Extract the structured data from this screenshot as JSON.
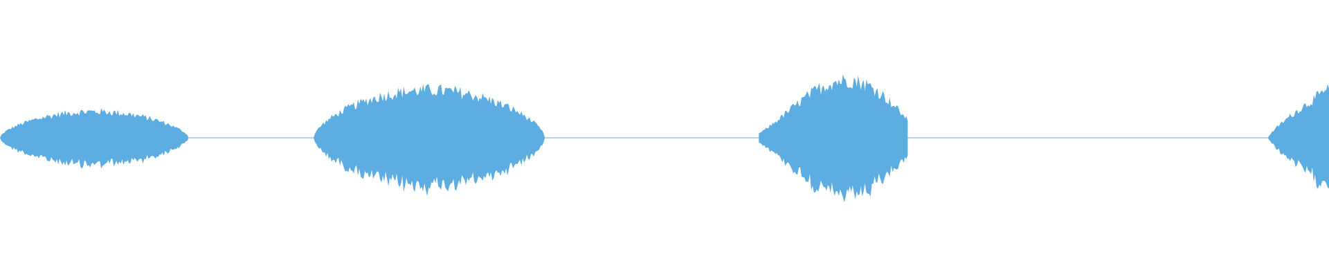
{
  "waveform": {
    "color": "#5DADE2",
    "segments": [
      {
        "start": 0.0,
        "end": 0.142,
        "peak": 0.27
      },
      {
        "start": 0.236,
        "end": 0.41,
        "peak": 0.49
      },
      {
        "start": 0.571,
        "end": 0.683,
        "peak": 0.74
      },
      {
        "start": 0.954,
        "end": 1.0,
        "peak": 0.5
      }
    ]
  }
}
